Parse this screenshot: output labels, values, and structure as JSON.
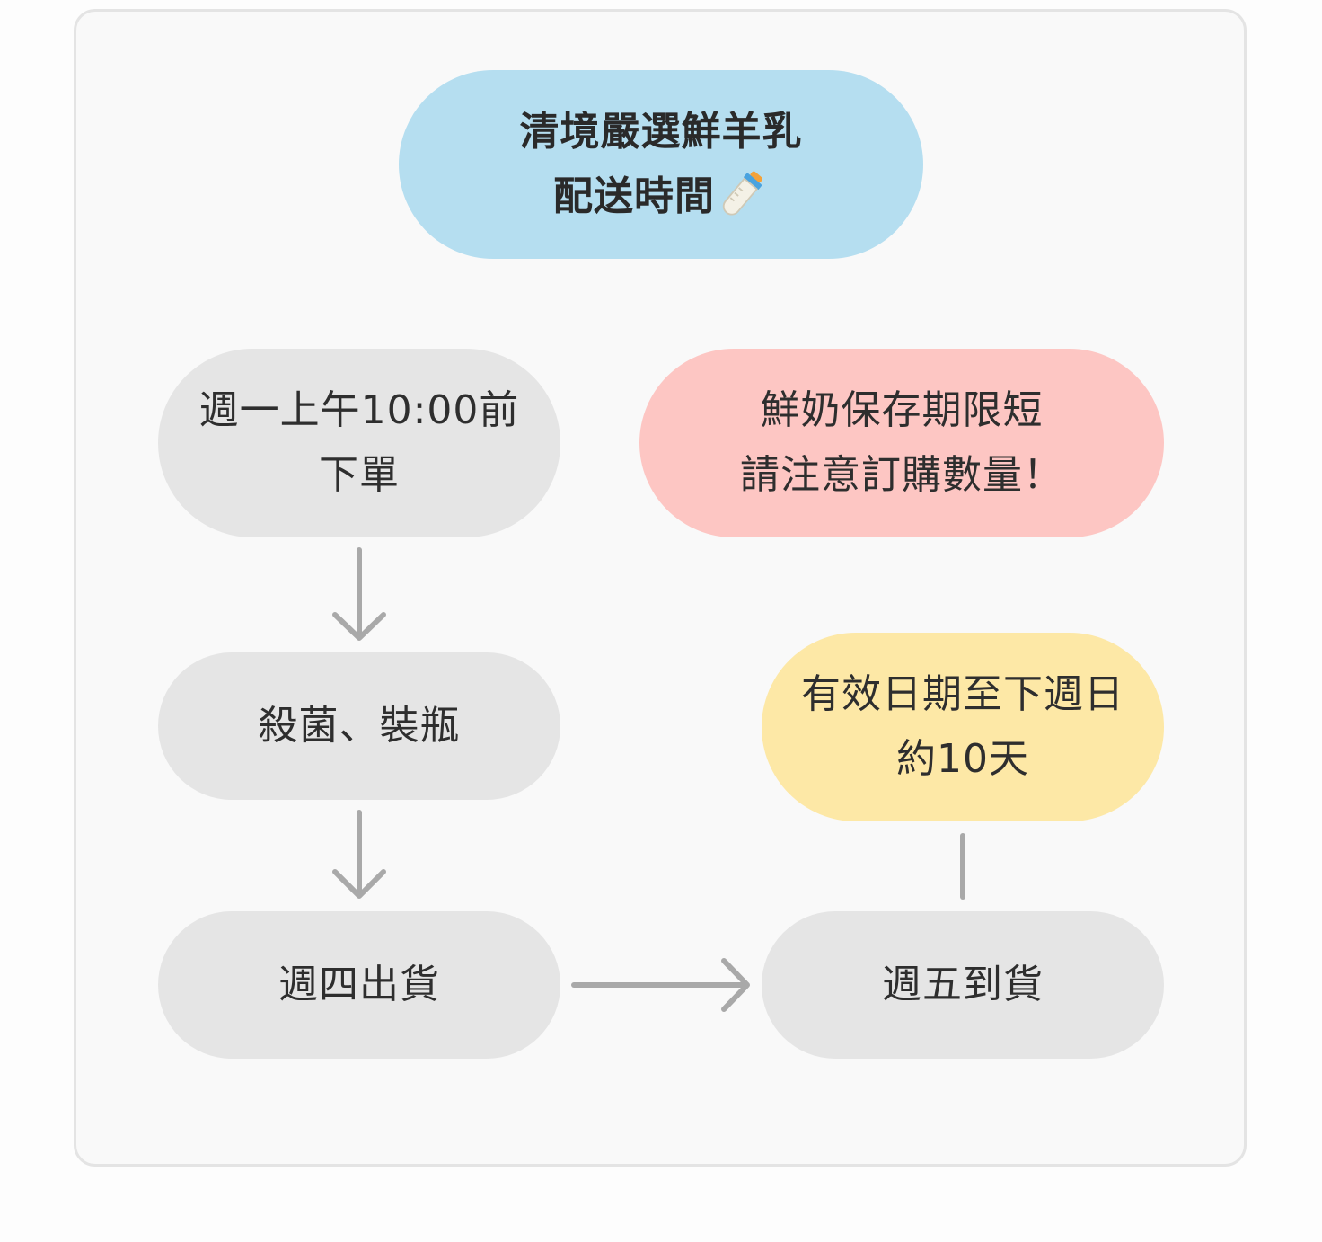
{
  "title": {
    "line1": "清境嚴選鮮羊乳",
    "line2": "配送時間",
    "icon": "baby-bottle-icon"
  },
  "nodes": {
    "order": {
      "line1": "週一上午10:00前",
      "line2": "下單"
    },
    "warning": {
      "line1": "鮮奶保存期限短",
      "line2": "請注意訂購數量！"
    },
    "sterilize": {
      "line1": "殺菌、裝瓶"
    },
    "validity": {
      "line1": "有效日期至下週日",
      "line2": "約10天"
    },
    "ship": {
      "line1": "週四出貨"
    },
    "arrive": {
      "line1": "週五到貨"
    }
  },
  "colors": {
    "title_bg": "#b5def0",
    "step_bg": "#e5e5e5",
    "warning_bg": "#fdc6c3",
    "validity_bg": "#fde8a6",
    "connector": "#a9a9a9",
    "card_bg": "#f9f9f9"
  }
}
